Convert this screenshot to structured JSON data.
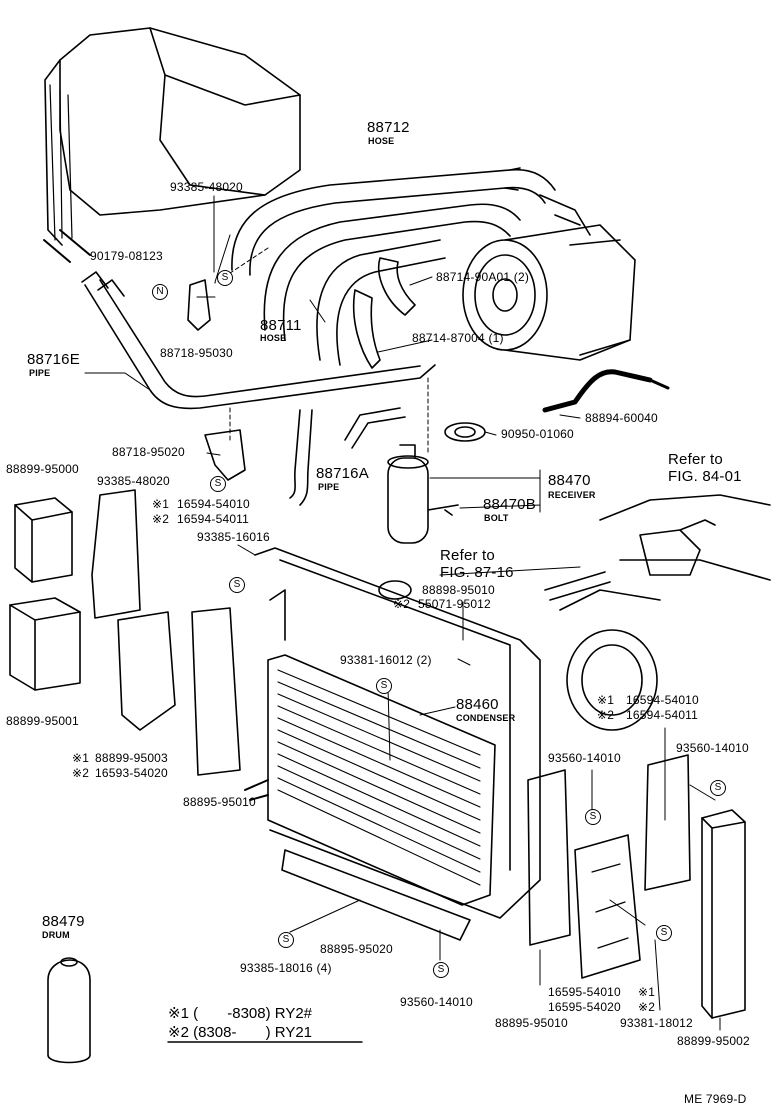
{
  "parts": {
    "hose_88712": {
      "code": "88712",
      "name": "HOSE"
    },
    "hose_88711": {
      "code": "88711",
      "name": "HOSE"
    },
    "pipe_88716e": {
      "code": "88716E",
      "name": "PIPE"
    },
    "pipe_88716a": {
      "code": "88716A",
      "name": "PIPE"
    },
    "receiver_88470": {
      "code": "88470",
      "name": "RECEIVER"
    },
    "bolt_88470b": {
      "code": "88470B",
      "name": "BOLT"
    },
    "condenser_88460": {
      "code": "88460",
      "name": "CONDENSER"
    },
    "drum_88479": {
      "code": "88479",
      "name": "DRUM"
    }
  },
  "labels": {
    "p93385_48020_top": "93385-48020",
    "p90179_08123": "90179-08123",
    "p88718_95030": "88718-95030",
    "p88714_90a01": "88714-90A01 (2)",
    "p88714_87004": "88714-87004 (1)",
    "p88894_60040": "88894-60040",
    "p90950_01060": "90950-01060",
    "p88718_95020": "88718-95020",
    "p93385_48020_mid": "93385-48020",
    "p88899_95000": "88899-95000",
    "p16594_54010_a": "16594-54010",
    "p16594_54011_a": "16594-54011",
    "p93385_16016": "93385-16016",
    "p88898_95010": "88898-95010",
    "p55071_95012": "55071-95012",
    "p93381_16012": "93381-16012 (2)",
    "p88899_95001": "88899-95001",
    "p88899_95003": "88899-95003",
    "p16593_54020": "16593-54020",
    "p88895_95010_a": "88895-95010",
    "p16594_54010_b": "16594-54010",
    "p16594_54011_b": "16594-54011",
    "p93560_14010_a": "93560-14010",
    "p93560_14010_b": "93560-14010",
    "p88895_95020": "88895-95020",
    "p93385_18016": "93385-18016 (4)",
    "p93560_14010_c": "93560-14010",
    "p88895_95010_b": "88895-95010",
    "p16595_54010": "16595-54010",
    "p16595_54020": "16595-54020",
    "p93381_18012": "93381-18012",
    "p88899_95002": "88899-95002"
  },
  "refs": {
    "ref_84_line1": "Refer to",
    "ref_84_line2": "FIG. 84-01",
    "ref_87_line1": "Refer to",
    "ref_87_line2": "FIG. 87-16"
  },
  "marks": {
    "m1": "※1",
    "m2": "※2",
    "s": "S",
    "n": "N"
  },
  "legend": {
    "line1": "※1 (       -8308) RY2#",
    "line2": "※2 (8308-       ) RY21"
  },
  "footer": {
    "code": "ME  7969-D"
  }
}
